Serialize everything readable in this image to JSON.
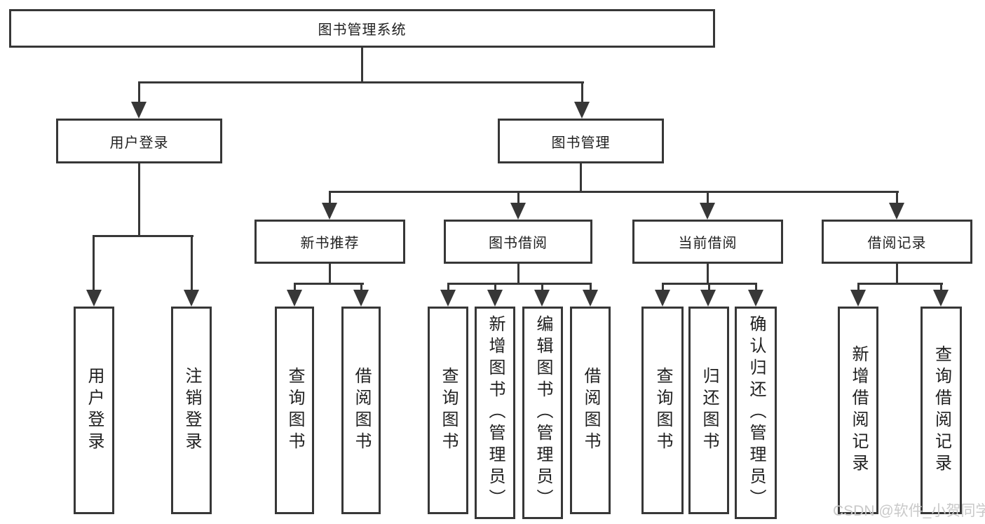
{
  "nodes": {
    "root": "图书管理系统",
    "user_login": "用户登录",
    "book_management": "图书管理",
    "login_action": "用户登录",
    "logout_action": "注销登录",
    "new_book_rec": "新书推荐",
    "book_borrowing": "图书借阅",
    "current_borrowing": "当前借阅",
    "borrowing_records": "借阅记录",
    "nbr_query_books": "查询图书",
    "nbr_borrow_books": "借阅图书",
    "bb_query_books": "查询图书",
    "bb_add_books": "新增图书（管理员）",
    "bb_edit_books": "编辑图书（管理员）",
    "bb_borrow_books": "借阅图书",
    "cb_query_books": "查询图书",
    "cb_return_books": "归还图书",
    "cb_confirm_return": "确认归还（管理员）",
    "br_add_record": "新增借阅记录",
    "br_query_record": "查询借阅记录"
  },
  "watermark": {
    "text": "CSDN @软件_小贺同学"
  },
  "colors": {
    "line": "#373737",
    "text": "#1f1f1f",
    "background": "#ffffff",
    "watermark": "#c9c9c9"
  }
}
